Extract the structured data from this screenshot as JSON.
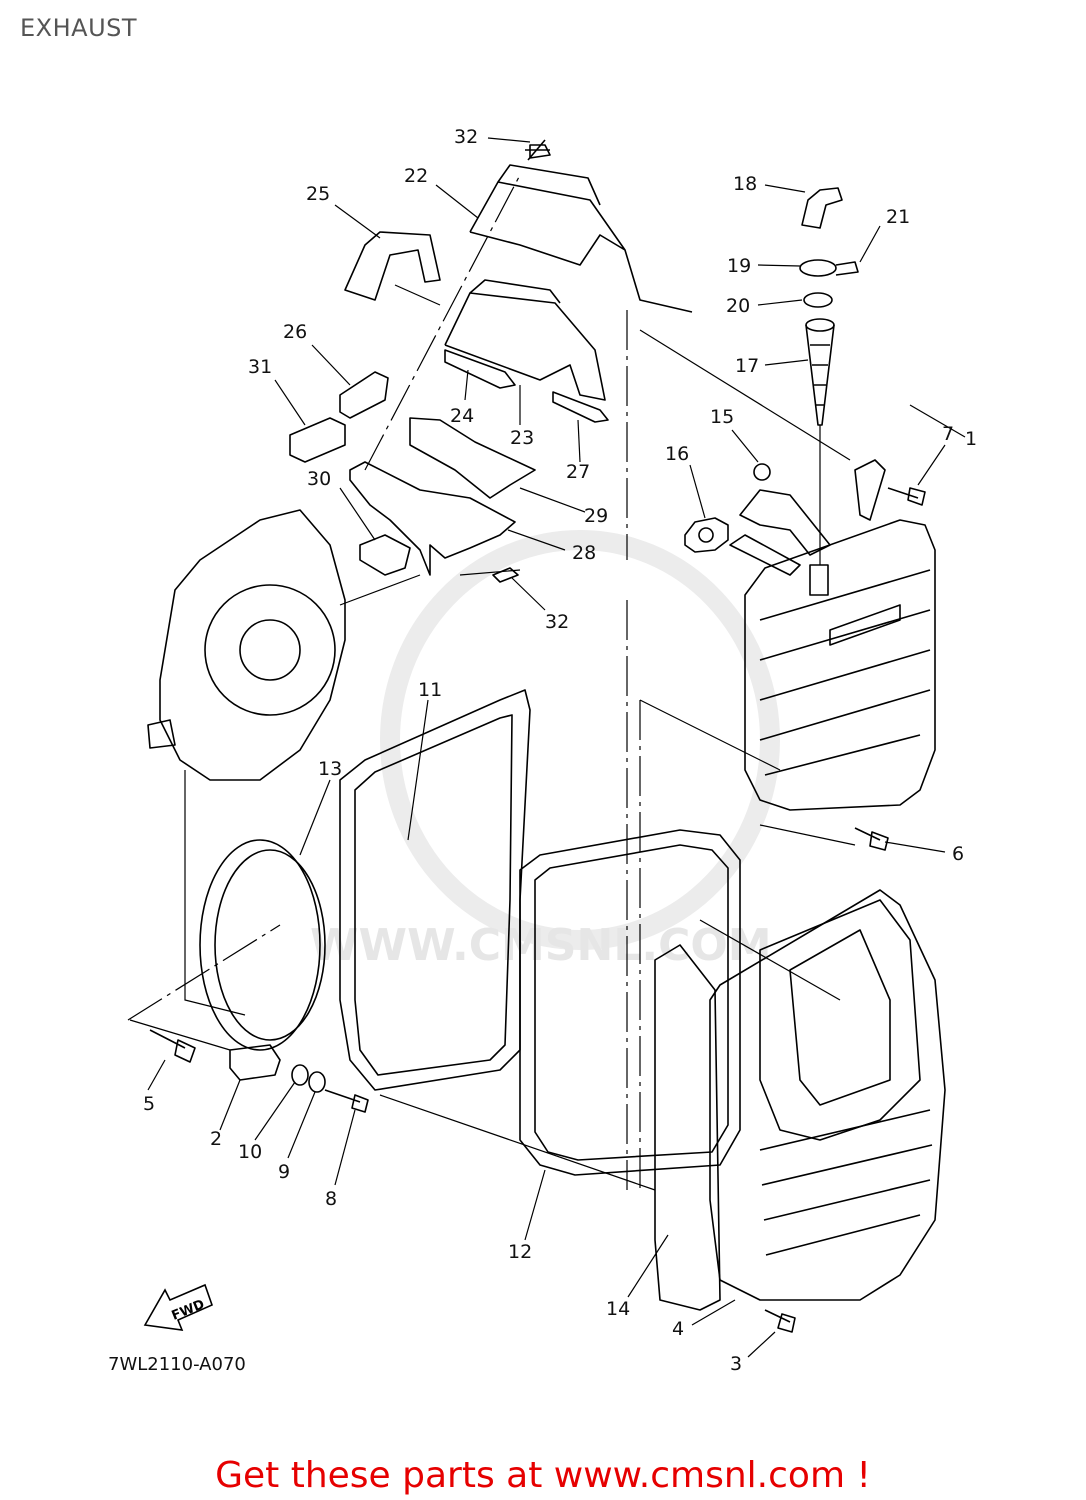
{
  "page_title": "EXHAUST",
  "diagram_code": "7WL2110-A070",
  "banner_text": "Get these parts at www.cmsnl.com !",
  "watermark_text": "WWW.CMSNL.COM",
  "fwd_label": "FWD",
  "callouts": {
    "c1": "1",
    "c2": "2",
    "c3": "3",
    "c4": "4",
    "c5": "5",
    "c6": "6",
    "c7": "7",
    "c8": "8",
    "c9": "9",
    "c10": "10",
    "c11": "11",
    "c12": "12",
    "c13": "13",
    "c14": "14",
    "c15": "15",
    "c16": "16",
    "c17": "17",
    "c18": "18",
    "c19": "19",
    "c20": "20",
    "c21": "21",
    "c22": "22",
    "c23": "23",
    "c24": "24",
    "c25": "25",
    "c26": "26",
    "c27": "27",
    "c28": "28",
    "c29": "29",
    "c30": "30",
    "c31": "31",
    "c32a": "32",
    "c32b": "32"
  },
  "colors": {
    "banner": "#e60000",
    "line": "#000000",
    "watermark": "#e6e6e6"
  }
}
